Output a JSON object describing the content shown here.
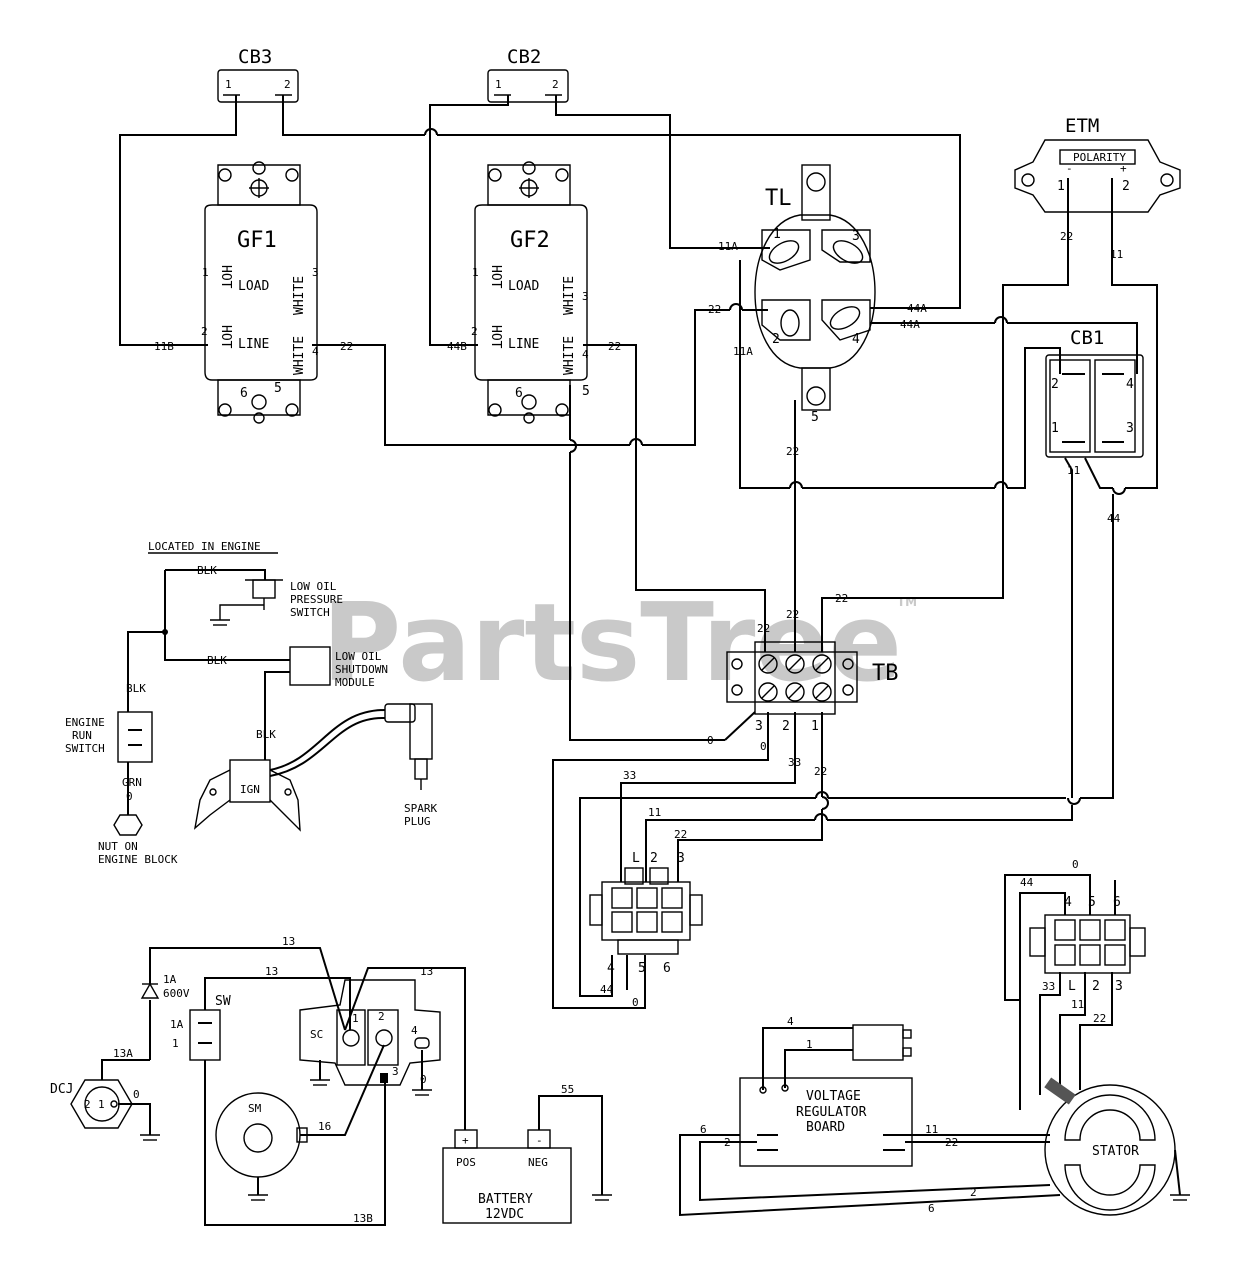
{
  "components": {
    "cb3": "CB3",
    "cb2": "CB2",
    "cb1": "CB1",
    "etm": "ETM",
    "etm_polarity": "POLARITY",
    "gf1": "GF1",
    "gf2": "GF2",
    "tl": "TL",
    "tb": "TB",
    "sw": "SW",
    "sc": "SC",
    "sm": "SM",
    "dcj": "DCJ",
    "ign": "IGN",
    "stator": "STATOR"
  },
  "receptacle_text": {
    "load": "LOAD",
    "line": "LINE",
    "hot": "HOT",
    "white": "WHITE"
  },
  "engine": {
    "located_in_engine": "LOCATED IN ENGINE",
    "low_oil_pressure_switch": [
      "LOW OIL",
      "PRESSURE",
      "SWITCH"
    ],
    "low_oil_shutdown_module": [
      "LOW OIL",
      "SHUTDOWN",
      "MODULE"
    ],
    "engine_run_switch": [
      "ENGINE",
      "RUN",
      "SWITCH"
    ],
    "spark_plug": [
      "SPARK",
      "PLUG"
    ],
    "nut_on_engine_block": [
      "NUT ON",
      "ENGINE BLOCK"
    ],
    "blk": "BLK",
    "grn": "GRN"
  },
  "battery": {
    "pos": "POS",
    "neg": "NEG",
    "plus": "+",
    "minus": "-",
    "label": [
      "BATTERY",
      "12VDC"
    ]
  },
  "diode": {
    "current": "1A",
    "voltage": "600V"
  },
  "voltage_regulator": [
    "VOLTAGE",
    "REGULATOR",
    "BOARD"
  ],
  "wire_labels": {
    "w11B": "11B",
    "w44B": "44B",
    "w11A": "11A",
    "w44A": "44A",
    "w22": "22",
    "w11": "11",
    "w44": "44",
    "w33": "33",
    "w0": "0",
    "w13": "13",
    "w13A": "13A",
    "w13B": "13B",
    "w16": "16",
    "w55": "55",
    "w4": "4",
    "w1": "1",
    "w2": "2",
    "w6": "6",
    "w1A": "1A"
  },
  "pin_numbers": {
    "p1": "1",
    "p2": "2",
    "p3": "3",
    "p4": "4",
    "p5": "5",
    "p6": "6",
    "pL": "L"
  },
  "watermark": {
    "text": "PartsTree",
    "tm": "TM"
  }
}
